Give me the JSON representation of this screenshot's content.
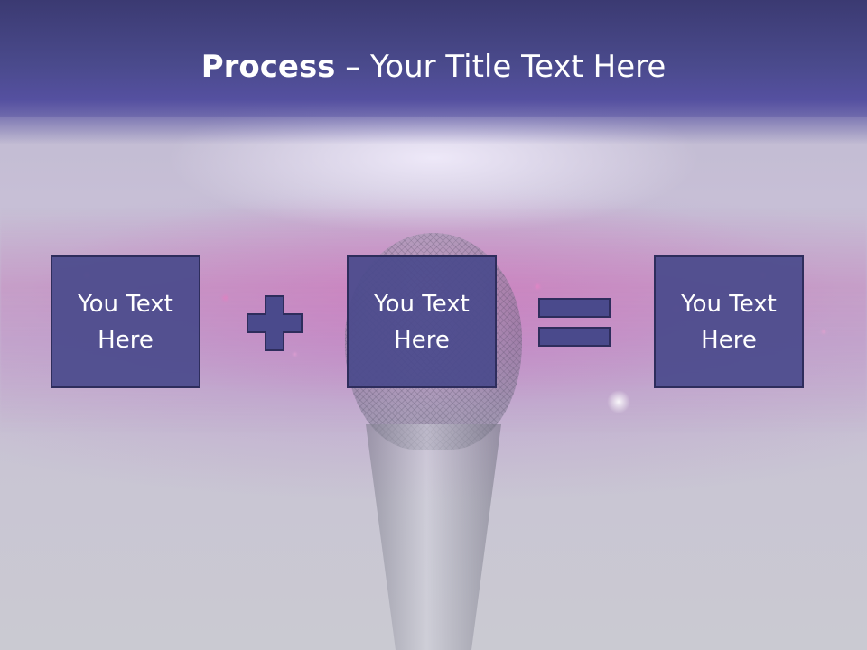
{
  "slide": {
    "title_bold": "Process",
    "title_rest": " – Your Title Text Here"
  },
  "process": {
    "boxes": [
      {
        "text": "You Text\nHere"
      },
      {
        "text": "You Text\nHere"
      },
      {
        "text": "You Text\nHere"
      }
    ],
    "operators": [
      "plus-icon",
      "equals-icon"
    ]
  },
  "colors": {
    "header": "#4a4a8c",
    "box_fill": "#4a4a8c",
    "box_border": "#2e2d5c",
    "text": "#ffffff"
  }
}
